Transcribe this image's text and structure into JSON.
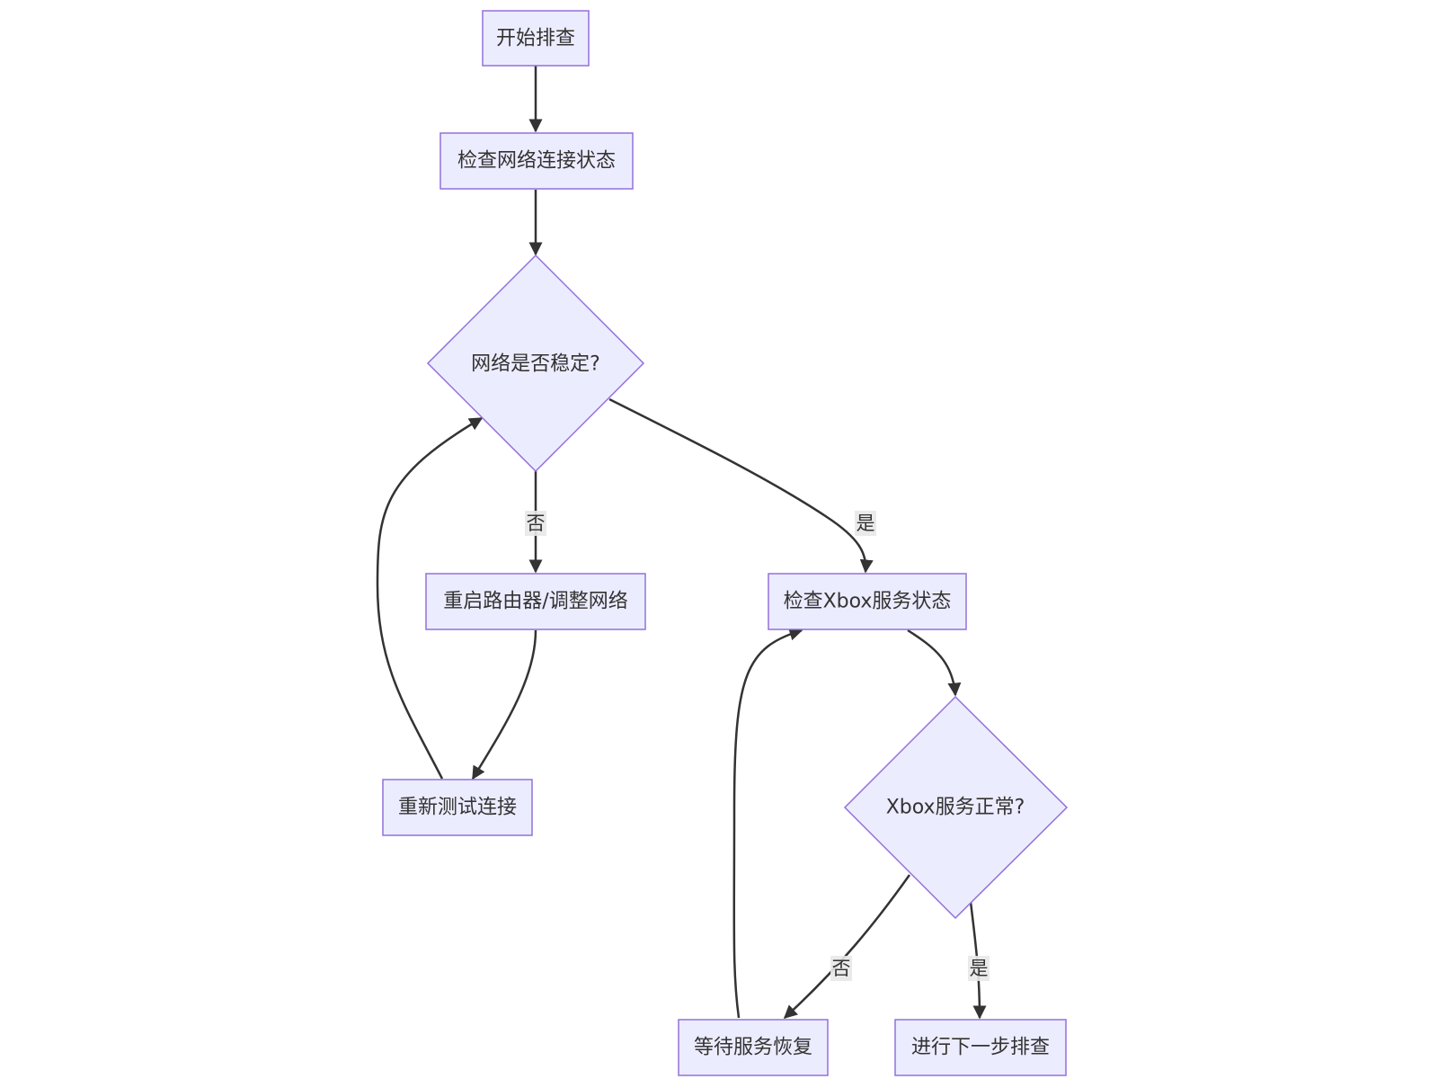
{
  "nodes": {
    "start": "开始排查",
    "check_network": "检查网络连接状态",
    "network_stable": "网络是否稳定?",
    "restart_router": "重启路由器/调整网络",
    "retest": "重新测试连接",
    "check_xbox": "检查Xbox服务状态",
    "xbox_ok": "Xbox服务正常?",
    "wait_service": "等待服务恢复",
    "next_step": "进行下一步排查"
  },
  "edge_labels": {
    "network_no": "否",
    "network_yes": "是",
    "xbox_no": "否",
    "xbox_yes": "是"
  },
  "colors": {
    "node_fill": "#ECECFF",
    "node_stroke": "#9370DB",
    "edge": "#333333",
    "label_bg": "#e8e8e8"
  }
}
